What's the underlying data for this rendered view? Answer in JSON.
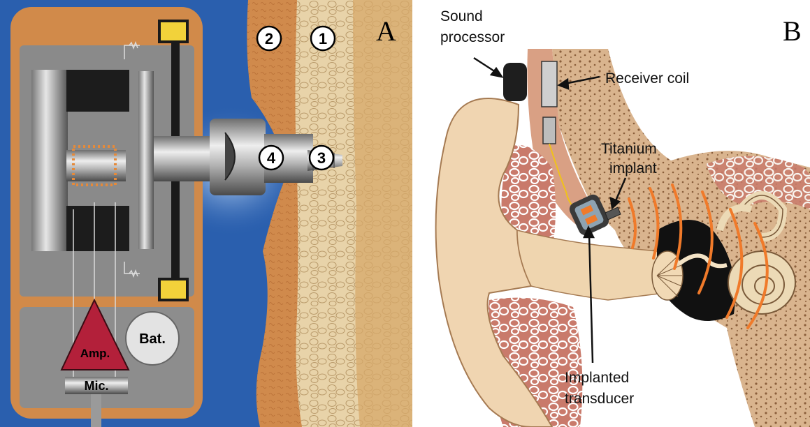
{
  "panel_a": {
    "letter": "A",
    "markers": [
      "1",
      "2",
      "3",
      "4"
    ],
    "amp_label": "Amp.",
    "bat_label": "Bat.",
    "mic_label": "Mic."
  },
  "panel_b": {
    "letter": "B",
    "labels": {
      "sound_processor_1": "Sound",
      "sound_processor_2": "processor",
      "receiver_coil": "Receiver coil",
      "titanium_1": "Titanium",
      "titanium_2": "implant",
      "transducer_1": "Implanted",
      "transducer_2": "transducer"
    }
  },
  "colors": {
    "blue_background": "#2a5fae",
    "skin_orange": "#d18a4a",
    "bone_beige": "#e9d3a8",
    "device_gray": "#8c8c8c",
    "amp_red": "#b3203a",
    "sound_wave_orange": "#f07a2a"
  }
}
